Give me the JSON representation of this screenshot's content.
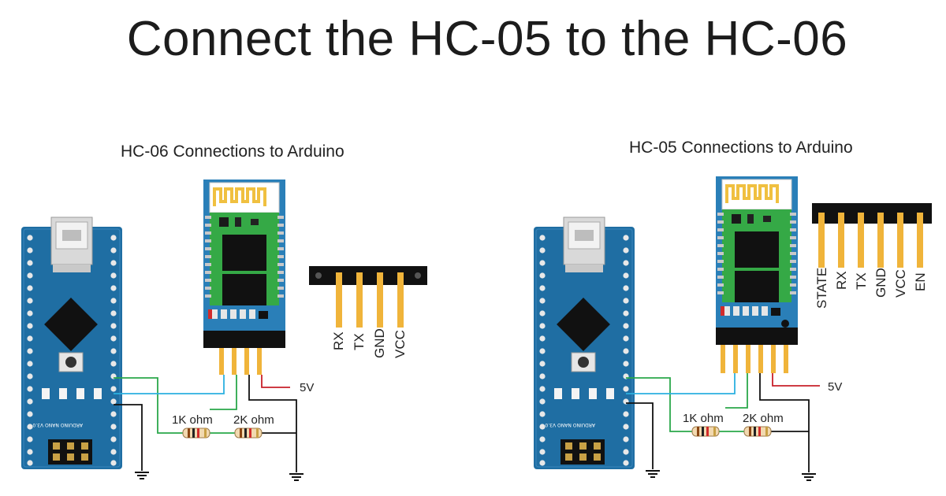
{
  "title": "Connect the HC-05 to the HC-06",
  "left": {
    "subtitle": "HC-06 Connections to Arduino",
    "header_pins": [
      "RX",
      "TX",
      "GND",
      "VCC"
    ],
    "resistor_1": "1K ohm",
    "resistor_2": "2K ohm",
    "power": "5V"
  },
  "right": {
    "subtitle": "HC-05 Connections to Arduino",
    "header_pins": [
      "STATE",
      "RX",
      "TX",
      "GND",
      "VCC",
      "EN"
    ],
    "resistor_1": "1K ohm",
    "resistor_2": "2K ohm",
    "power": "5V"
  },
  "colors": {
    "arduino_board": "#1f6ea3",
    "bt_module": "#2a7fb8",
    "bt_pcb": "#35a946",
    "wire_green": "#2aa84a",
    "wire_cyan": "#2bb0e0",
    "wire_red": "#c8202a",
    "wire_black": "#111111",
    "pin_gold": "#f0b43a"
  }
}
